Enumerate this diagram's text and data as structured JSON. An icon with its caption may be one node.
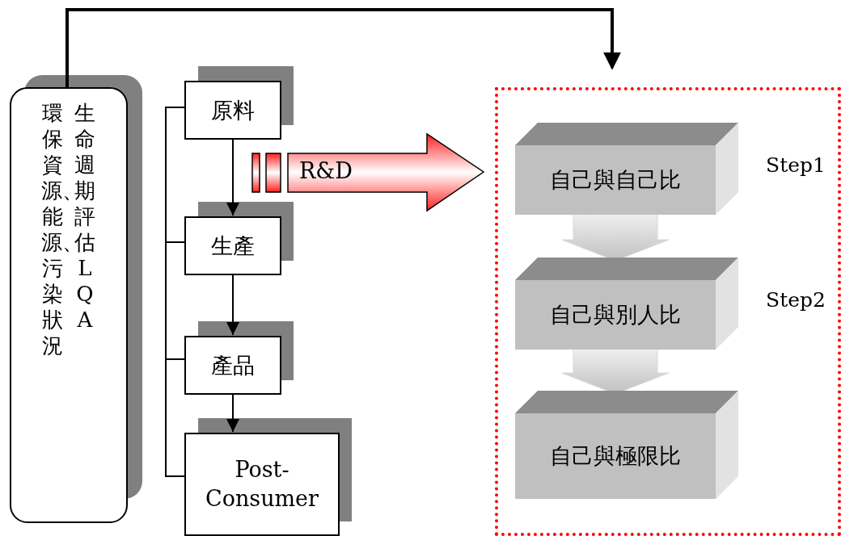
{
  "diagram": {
    "nodes": [
      {
        "text": [
          "環保資源、能源、污染狀況",
          "生命週期評估 LQA"
        ]
      },
      {
        "text": [
          "原料"
        ]
      },
      {
        "text": [
          "生產"
        ]
      },
      {
        "text": [
          "產品"
        ]
      },
      {
        "text": [
          "Post-Consumer"
        ]
      },
      {
        "text": [],
        "shape": "box"
      },
      {
        "text": [
          "自己與自己比"
        ],
        "in": 5,
        "beside": [
          "Step1"
        ]
      },
      {
        "text": [
          "自己與別人比"
        ],
        "in": 5,
        "beside": [
          "Step2"
        ]
      },
      {
        "text": [
          "自己與極限比"
        ],
        "in": 5
      }
    ],
    "edges": [
      {
        "from": 0,
        "to": 5,
        "arrow": "to",
        "style": "thick"
      },
      {
        "from": 1,
        "to": 2,
        "arrow": "to"
      },
      {
        "from": 2,
        "to": 3,
        "arrow": "to"
      },
      {
        "from": 3,
        "to": 4,
        "arrow": "to"
      },
      {
        "from": null,
        "to": 5,
        "arrow": "to",
        "label": "R&D",
        "color": "#ff2020"
      },
      {
        "from": 6,
        "to": 7,
        "arrow": "to",
        "color": "#c0c0c0"
      },
      {
        "from": 7,
        "to": 8,
        "arrow": "to",
        "color": "#c0c0c0"
      }
    ]
  }
}
